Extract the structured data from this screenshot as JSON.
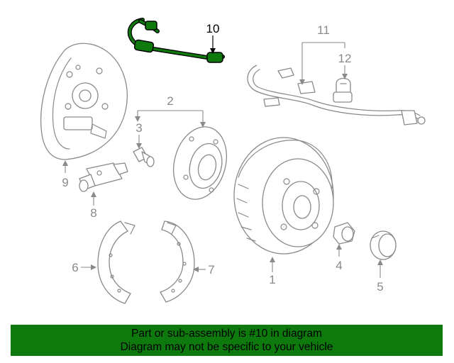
{
  "colors": {
    "highlight": "#0e7a0e",
    "line": "#8a8a8a",
    "banner": "#0e7a0e",
    "text": "#000000"
  },
  "highlighted_part": "10",
  "callouts": {
    "c1": "1",
    "c2": "2",
    "c3": "3",
    "c4": "4",
    "c5": "5",
    "c6": "6",
    "c7": "7",
    "c8": "8",
    "c9": "9",
    "c10": "10",
    "c11": "11",
    "c12": "12"
  },
  "banner": {
    "line1": "Part or sub-assembly is #10 in diagram",
    "line2": "Diagram may not be specific to your vehicle"
  }
}
